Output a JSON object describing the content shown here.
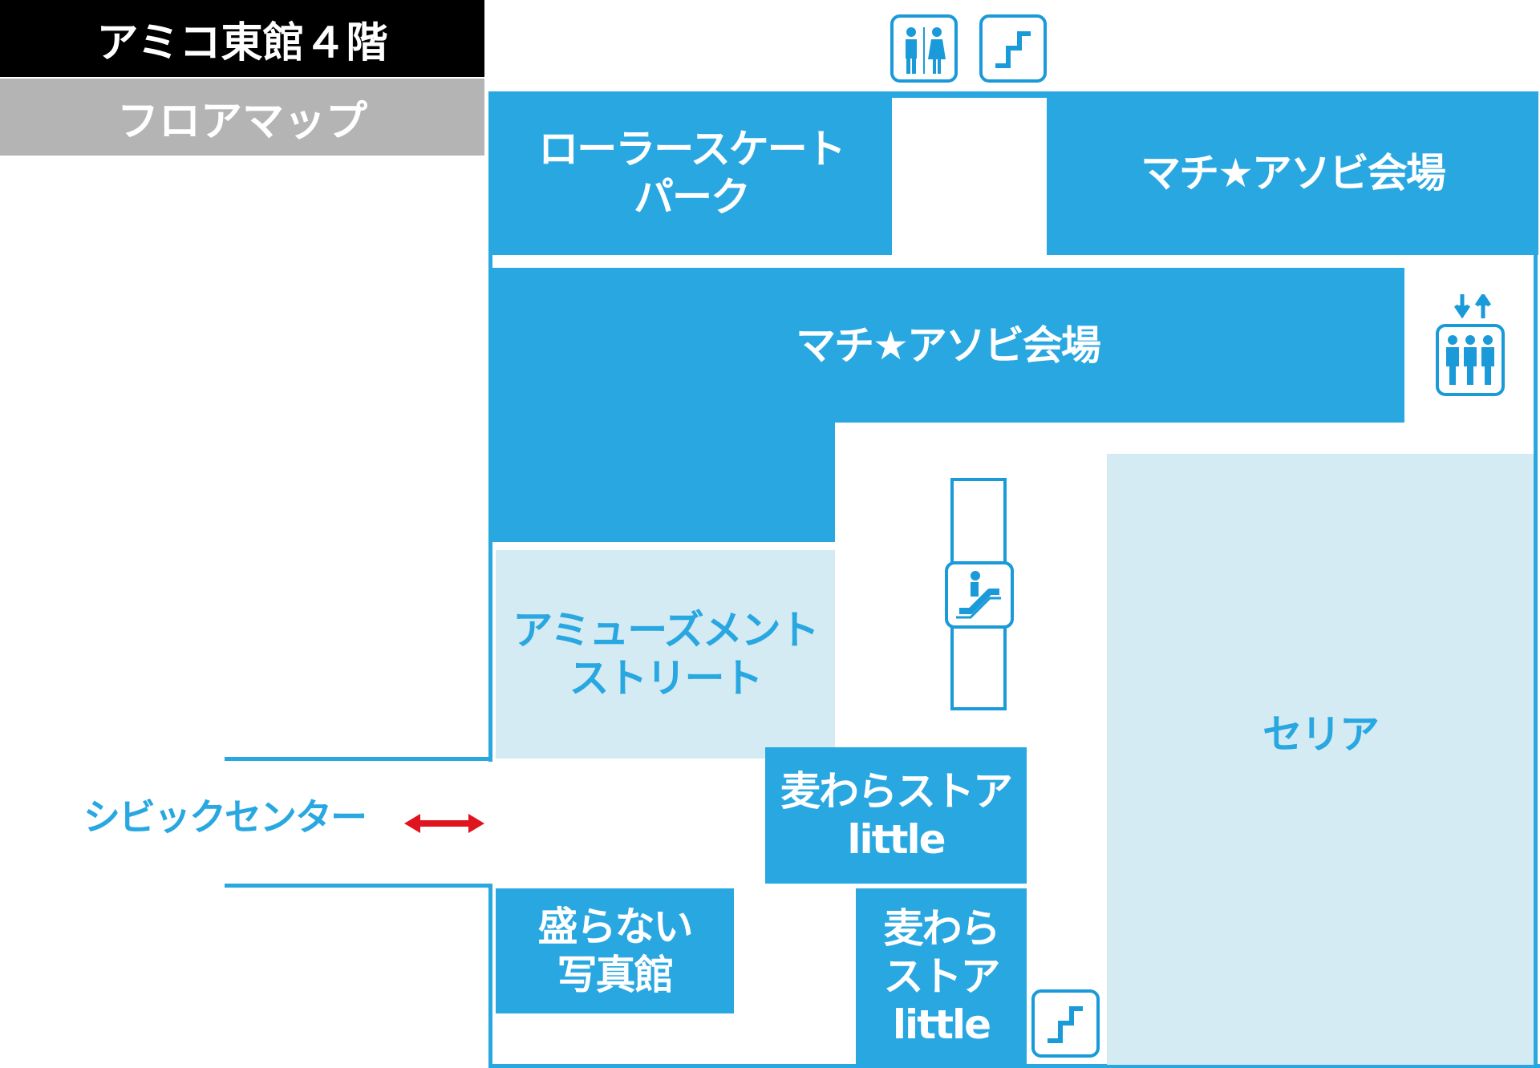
{
  "header": {
    "title": "アミコ東館４階",
    "subtitle": "フロアマップ"
  },
  "colors": {
    "store": "#29a7e1",
    "store_light": "#d4ebf4",
    "icon": "#1a9ad8",
    "arrow": "#e0141e"
  },
  "stores": {
    "roller": "ローラースケート\nパーク",
    "machi_top": "マチ★アソビ会場",
    "machi_main": "マチ★アソビ会場",
    "amusement": "アミューズメント\nストリート",
    "seria": "セリア",
    "mugiwara1": "麦わらストア\nlittle",
    "mugiwara2": "麦わら\nストア\nlittle",
    "moranai": "盛らない\n写真館"
  },
  "connection": {
    "label": "シビックセンター"
  },
  "icons": [
    "restroom-icon",
    "stairs-icon",
    "elevator-icon",
    "escalator-icon",
    "stairs-icon"
  ]
}
